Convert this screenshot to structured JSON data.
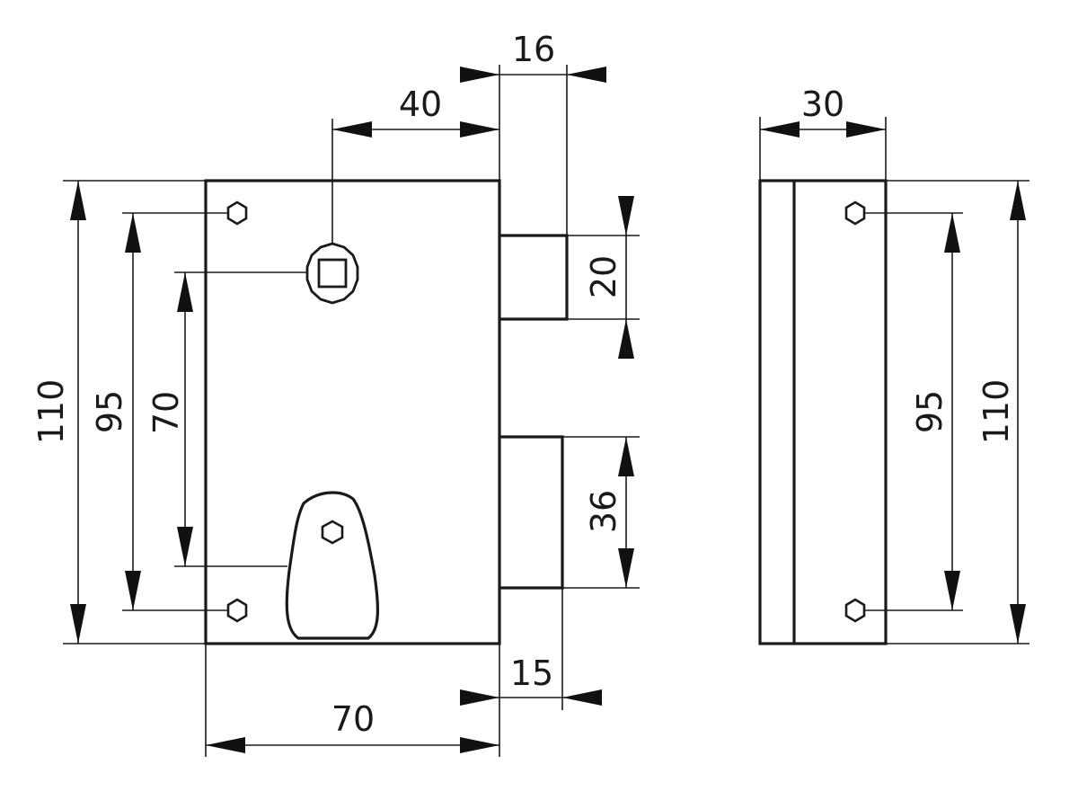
{
  "front_view": {
    "dim_bolt_width": "16",
    "dim_spindle_offset": "40",
    "dim_height_total": "110",
    "dim_screw_spacing": "95",
    "dim_spindle_to_keyhole": "70",
    "dim_latch_height": "20",
    "dim_bolt_height": "36",
    "dim_bolt_projection": "15",
    "dim_body_width": "70"
  },
  "side_view": {
    "dim_depth": "30",
    "dim_screw_spacing": "95",
    "dim_height_total": "110"
  }
}
